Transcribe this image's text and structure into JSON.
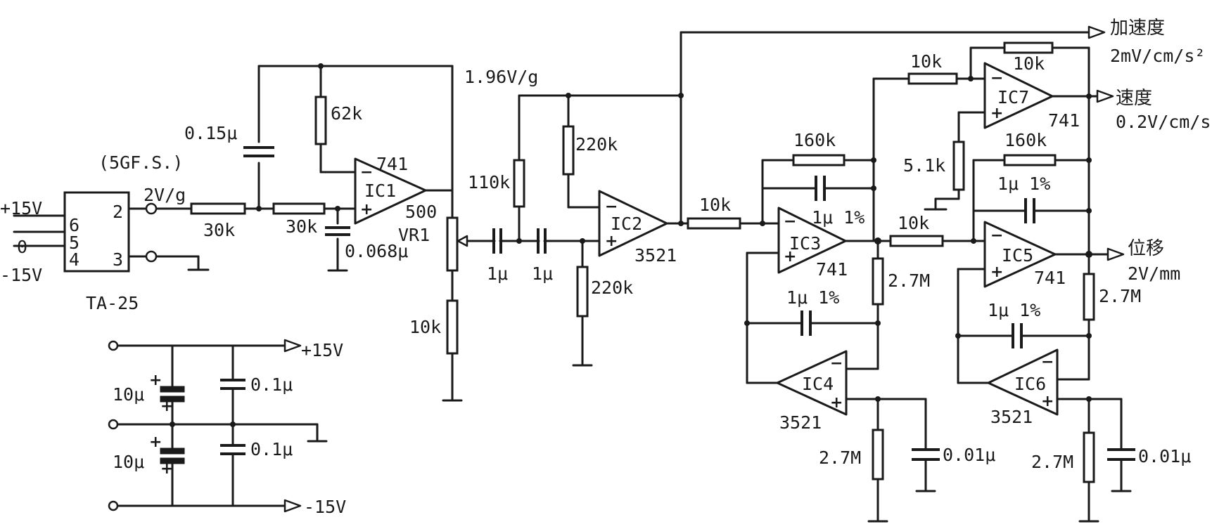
{
  "sensor": {
    "name": "TA-25",
    "range": "(5GF.S.)",
    "pins": [
      "6",
      "5",
      "4",
      "2",
      "3"
    ],
    "supplies": [
      "+15V",
      "0",
      "-15V"
    ],
    "output_sensitivity": "2V/g"
  },
  "stage1": {
    "r_in1": "30k",
    "r_in2": "30k",
    "c_fb": "0.15μ",
    "r_fb": "62k",
    "c_gnd": "0.068μ",
    "opamp": "IC1",
    "opamp_type": "741",
    "pot_value": "500",
    "pot_name": "VR1",
    "r_trim": "10k",
    "output_sensitivity": "1.96V/g"
  },
  "stage2": {
    "c1": "1μ",
    "c2": "1μ",
    "r_fb1": "110k",
    "r_fb2": "220k",
    "r_gnd": "220k",
    "opamp": "IC2",
    "opamp_type": "3521"
  },
  "stage3": {
    "r_in": "10k",
    "r_fb": "160k",
    "c_fb": "1μ 1%",
    "opamp": "IC3",
    "opamp_type": "741",
    "r_int": "2.7M",
    "c_int": "1μ 1%",
    "int_opamp": "IC4",
    "int_opamp_type": "3521",
    "r_gnd": "2.7M",
    "c_gnd": "0.01μ"
  },
  "stage4": {
    "r_in": "10k",
    "r_fb": "10k",
    "r_bias": "5.1k",
    "opamp": "IC7",
    "opamp_type": "741"
  },
  "stage5": {
    "r_in": "10k",
    "r_fb": "160k",
    "c_fb": "1μ 1%",
    "opamp": "IC5",
    "opamp_type": "741",
    "r_int": "2.7M",
    "c_int": "1μ 1%",
    "int_opamp": "IC6",
    "int_opamp_type": "3521",
    "r_gnd": "2.7M",
    "c_gnd": "0.01μ"
  },
  "outputs": {
    "acceleration_label": "加速度",
    "acceleration_unit": "2mV/cm/s²",
    "velocity_label": "速度",
    "velocity_unit": "0.2V/cm/s",
    "displacement_label": "位移",
    "displacement_unit": "2V/mm"
  },
  "power": {
    "cap1": "10μ",
    "cap2": "10μ",
    "cap3": "0.1μ",
    "cap4": "0.1μ",
    "pos": "+15V",
    "neg": "-15V"
  }
}
